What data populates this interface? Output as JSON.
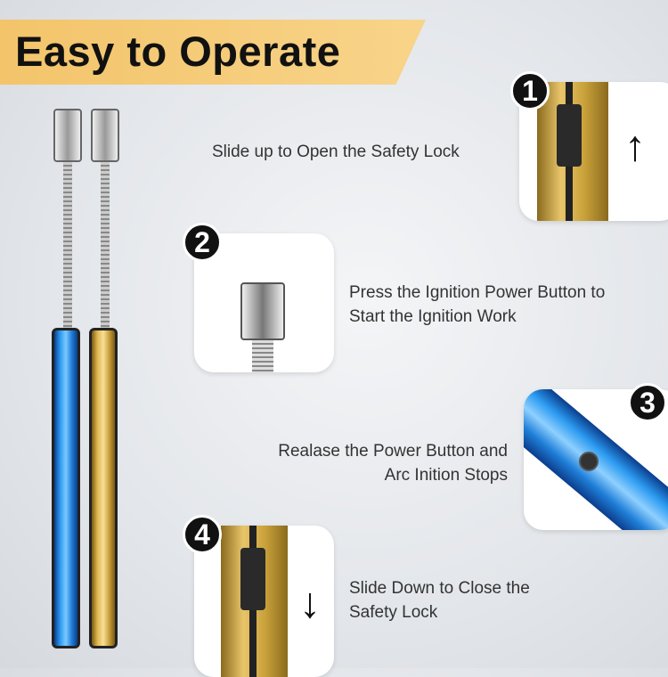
{
  "title": "Easy to Operate",
  "steps": [
    {
      "number": "1",
      "text": "Slide up to Open the Safety Lock",
      "icon": "arrow-up-icon"
    },
    {
      "number": "2",
      "line1": "Press the Ignition Power Button to",
      "line2": "Start the Ignition Work"
    },
    {
      "number": "3",
      "line1": "Realase the Power Button and",
      "line2": "Arc Inition Stops"
    },
    {
      "number": "4",
      "line1": "Slide Down to Close the",
      "line2": "Safety Lock",
      "icon": "arrow-down-icon"
    }
  ],
  "colors": {
    "banner": "#f3c46a",
    "blue": "#1f7fd8",
    "gold": "#c9a13a"
  }
}
